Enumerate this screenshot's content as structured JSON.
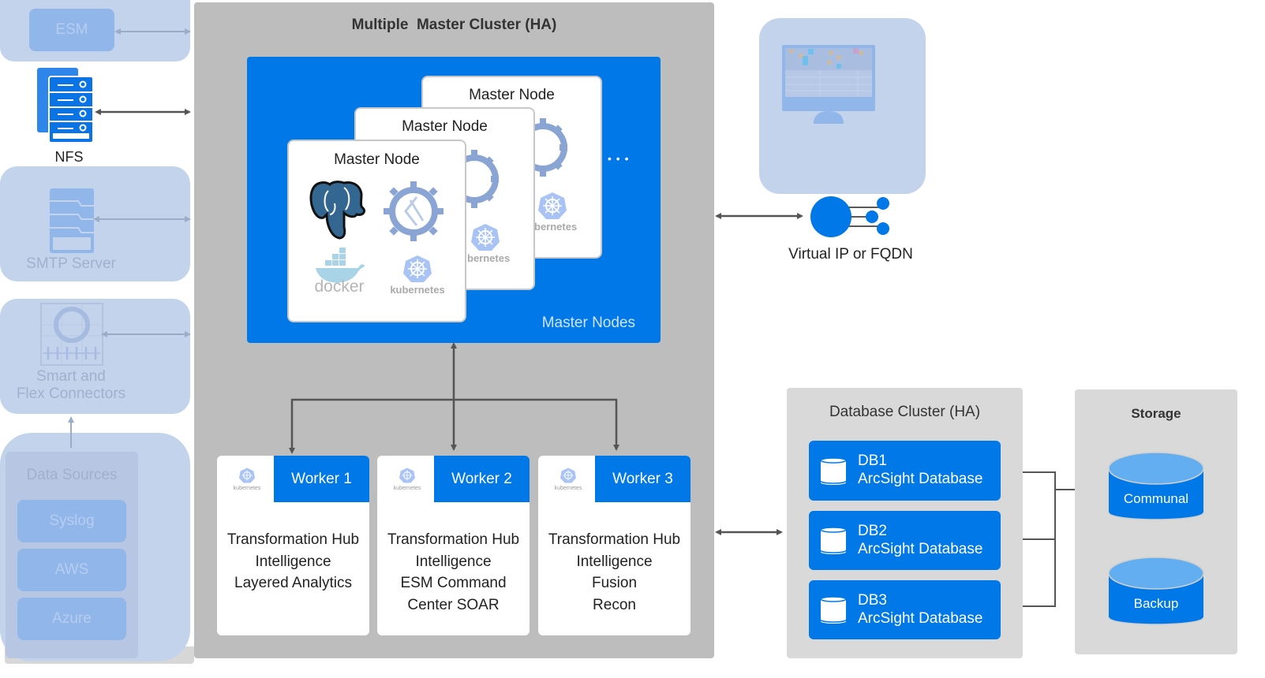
{
  "left_column": {
    "esm": {
      "label": "ESM"
    },
    "nfs": {
      "label": "NFS"
    },
    "smtp": {
      "label": "SMTP Server"
    },
    "connectors": {
      "line1": "Smart and",
      "line2": "Flex Connectors"
    },
    "data_sources": {
      "title": "Data Sources",
      "items": [
        "Syslog",
        "AWS",
        "Azure"
      ]
    }
  },
  "master_cluster": {
    "title": "Multiple  Master Cluster (HA)",
    "master_nodes_label": "Master Nodes",
    "ellipsis": "• • •",
    "master_nodes": [
      {
        "title": "Master Node",
        "k8s_text": "bernetes"
      },
      {
        "title": "Master Node",
        "k8s_text": "bernetes"
      },
      {
        "title": "Master Node",
        "docker_text": "docker",
        "k8s_text": "kubernetes"
      }
    ],
    "workers": [
      {
        "name": "Worker 1",
        "k8s_logo_text": "kubernetes",
        "services": [
          "Transformation Hub",
          "Intelligence",
          "Layered Analytics"
        ]
      },
      {
        "name": "Worker 2",
        "k8s_logo_text": "kubernetes",
        "services": [
          "Transformation Hub",
          "Intelligence",
          "ESM Command",
          "Center SOAR"
        ]
      },
      {
        "name": "Worker 3",
        "k8s_logo_text": "kubernetes",
        "services": [
          "Transformation Hub",
          "Intelligence",
          "Fusion",
          "Recon"
        ]
      }
    ]
  },
  "virtual_ip": {
    "label": "Virtual IP or FQDN"
  },
  "database_cluster": {
    "title": "Database Cluster (HA)",
    "databases": [
      {
        "id": "DB1",
        "name": "ArcSight Database"
      },
      {
        "id": "DB2",
        "name": "ArcSight Database"
      },
      {
        "id": "DB3",
        "name": "ArcSight Database"
      }
    ]
  },
  "storage": {
    "title": "Storage",
    "items": [
      "Communal",
      "Backup"
    ]
  },
  "colors": {
    "primary_blue": "#0078e8",
    "faded_panel": "#c3d3ec",
    "cluster_gray": "#bdbdbd",
    "db_cluster_gray": "#d9d9d9",
    "arrow": "#555555"
  }
}
